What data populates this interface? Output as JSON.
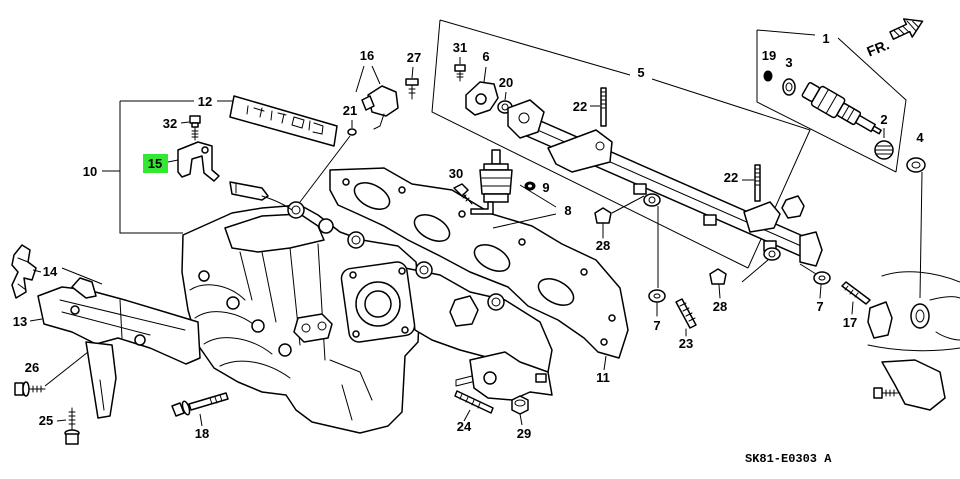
{
  "callouts": {
    "c1": {
      "label": "1"
    },
    "c2": {
      "label": "2"
    },
    "c3": {
      "label": "3"
    },
    "c4": {
      "label": "4"
    },
    "c5": {
      "label": "5"
    },
    "c6": {
      "label": "6"
    },
    "c7a": {
      "label": "7"
    },
    "c7b": {
      "label": "7"
    },
    "c8": {
      "label": "8"
    },
    "c9": {
      "label": "9"
    },
    "c10": {
      "label": "10"
    },
    "c11": {
      "label": "11"
    },
    "c12": {
      "label": "12"
    },
    "c13": {
      "label": "13"
    },
    "c14": {
      "label": "14"
    },
    "c15": {
      "label": "15",
      "highlighted": true
    },
    "c16": {
      "label": "16"
    },
    "c17": {
      "label": "17"
    },
    "c18": {
      "label": "18"
    },
    "c19": {
      "label": "19"
    },
    "c20": {
      "label": "20"
    },
    "c21": {
      "label": "21"
    },
    "c22a": {
      "label": "22"
    },
    "c22b": {
      "label": "22"
    },
    "c23": {
      "label": "23"
    },
    "c24": {
      "label": "24"
    },
    "c25": {
      "label": "25"
    },
    "c26": {
      "label": "26"
    },
    "c27": {
      "label": "27"
    },
    "c28a": {
      "label": "28"
    },
    "c28b": {
      "label": "28"
    },
    "c29": {
      "label": "29"
    },
    "c30": {
      "label": "30"
    },
    "c31": {
      "label": "31"
    },
    "c32": {
      "label": "32"
    }
  },
  "direction_label": "FR.",
  "drawing_code": "SK81-E0303 A",
  "colors": {
    "highlight": "#33e833",
    "line": "#000000",
    "background": "#ffffff"
  }
}
